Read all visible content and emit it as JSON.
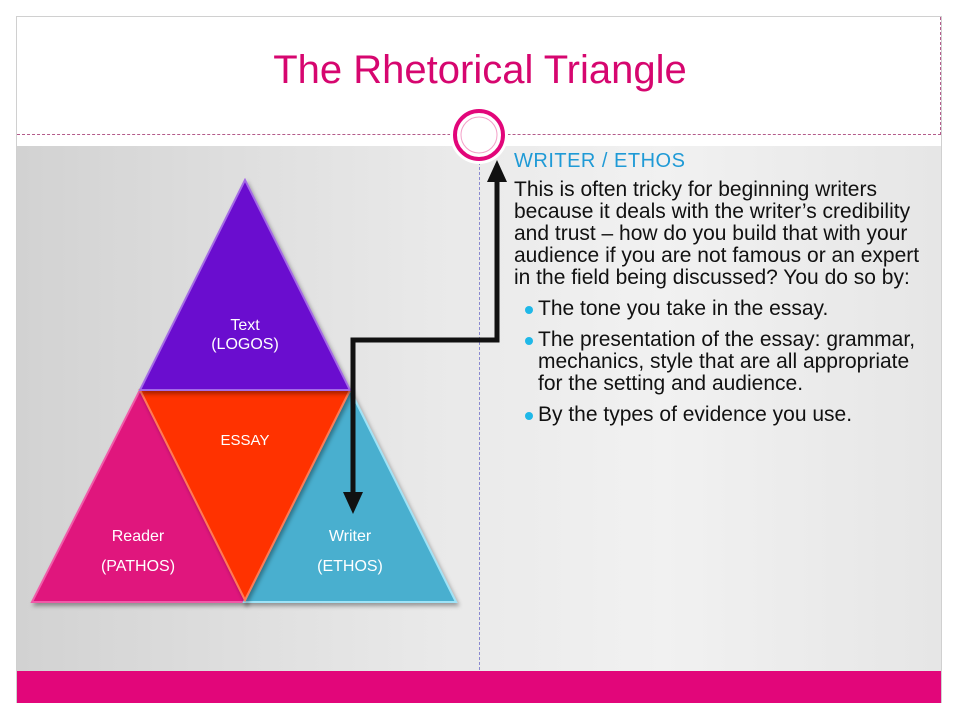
{
  "title": "The Rhetorical Triangle",
  "triangle": {
    "top": {
      "line1": "Text",
      "line2": "(LOGOS)",
      "color": "#6b0ccf"
    },
    "center": {
      "label": "ESSAY",
      "color": "#ff3300"
    },
    "left": {
      "line1": "Reader",
      "line2": "(PATHOS)",
      "color": "#e0127d"
    },
    "right": {
      "line1": "Writer",
      "line2": "(ETHOS)",
      "color": "#49afcf"
    }
  },
  "panel": {
    "heading": "WRITER / ETHOS",
    "paragraph": "This is often tricky for beginning writers because it deals with the writer’s credibility and trust – how do you build that with your audience if you are not famous or an expert in the field being discussed? You do so by:",
    "bullets": [
      "The tone you take in the essay.",
      "The presentation of the essay: grammar, mechanics, style that are all appropriate for the setting and audience.",
      "By the types of evidence you use."
    ]
  },
  "colors": {
    "accent": "#e2067a",
    "title": "#d6066f",
    "heading": "#1f9ad6",
    "bullet": "#1fb8e8"
  }
}
